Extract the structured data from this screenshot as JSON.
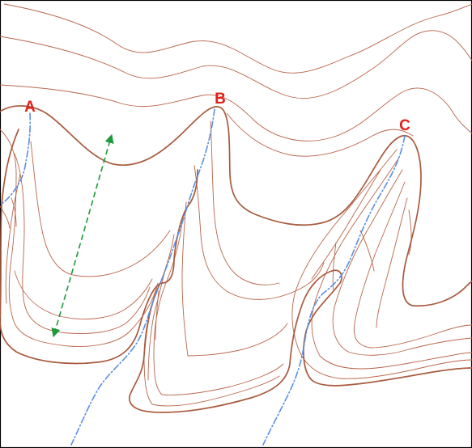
{
  "labels": {
    "a": "A",
    "b": "B",
    "c": "C"
  },
  "colors": {
    "contour": "#b8654a",
    "index_contour": "#a85a3e",
    "stream": "#5b8fe0",
    "arrow": "#1e9a3a",
    "label": "#e0201a",
    "border": "#000000",
    "background": "#ffffff"
  },
  "features": {
    "valley_lines": [
      "valley-line-a",
      "valley-line-b",
      "valley-line-c"
    ],
    "arrow_style": "dashed-double-headed",
    "stream_style": "dash-dot"
  }
}
